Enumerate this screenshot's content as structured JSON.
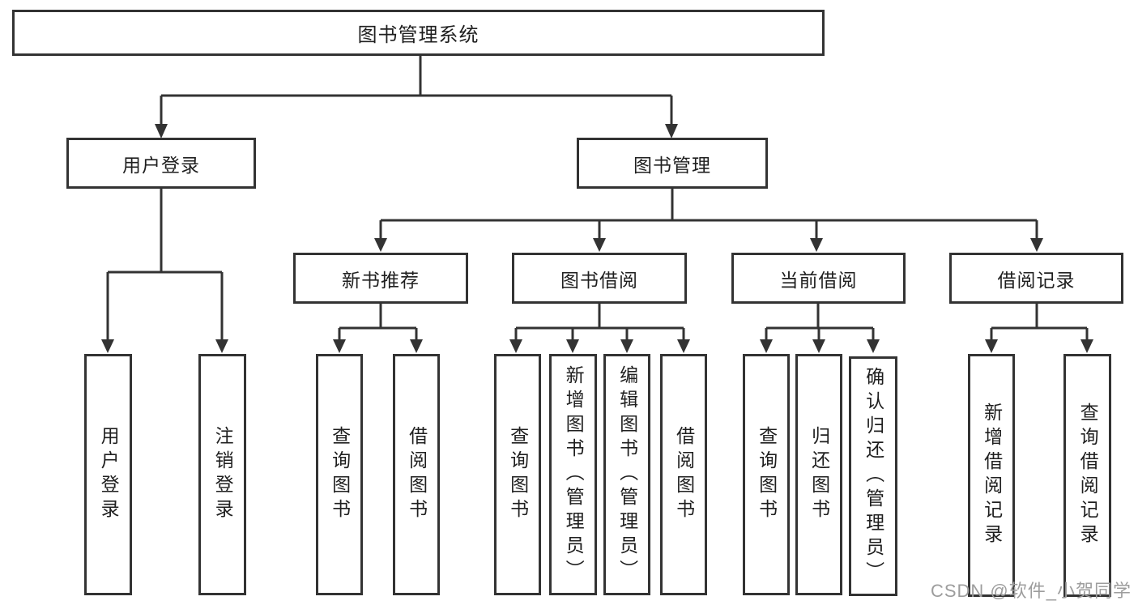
{
  "root": {
    "label": "图书管理系统"
  },
  "branches": {
    "user_login": {
      "label": "用户登录",
      "children": [
        {
          "label": "用户登录"
        },
        {
          "label": "注销登录"
        }
      ]
    },
    "book_management": {
      "label": "图书管理",
      "sections": [
        {
          "label": "新书推荐",
          "children": [
            {
              "label": "查询图书"
            },
            {
              "label": "借阅图书"
            }
          ]
        },
        {
          "label": "图书借阅",
          "children": [
            {
              "label": "查询图书"
            },
            {
              "label": "新增图书（管理员）"
            },
            {
              "label": "编辑图书（管理员）"
            },
            {
              "label": "借阅图书"
            }
          ]
        },
        {
          "label": "当前借阅",
          "children": [
            {
              "label": "查询图书"
            },
            {
              "label": "归还图书"
            },
            {
              "label": "确认归还（管理员）"
            }
          ]
        },
        {
          "label": "借阅记录",
          "children": [
            {
              "label": "新增借阅记录"
            },
            {
              "label": "查询借阅记录"
            }
          ]
        }
      ]
    }
  },
  "watermark": {
    "text": "CSDN @软件_小贺同学"
  },
  "colors": {
    "line": "#333333",
    "text": "#1f1f1f",
    "watermark": "#9d9d9d",
    "background": "#ffffff"
  }
}
